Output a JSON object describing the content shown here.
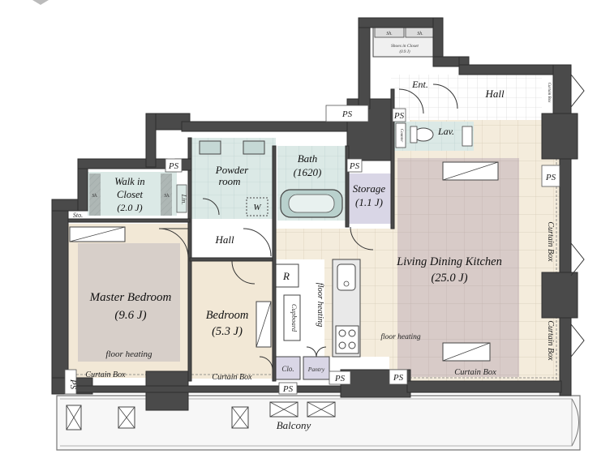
{
  "colors": {
    "wall": "#4a4a4a",
    "floor_tile": "#f4ecdc",
    "ldk_rug": "#d8cbc8",
    "master_rug": "#d7cfc9",
    "wood": "#f2e8d6",
    "wet_area": "#dbe9e6",
    "storage": "#d9d6e6",
    "balcony": "#f7f7f7"
  },
  "rooms": {
    "ldk": {
      "name": "Living Dining Kitchen",
      "size": "(25.0 J)"
    },
    "master": {
      "name": "Master Bedroom",
      "size": "(9.6 J)"
    },
    "bedroom": {
      "name": "Bedroom",
      "size": "(5.3 J)"
    },
    "storage": {
      "name": "Storage",
      "size": "(1.1 J)"
    },
    "walkin": {
      "name1": "Walk in",
      "name2": "Closet",
      "size": "(2.0 J)"
    },
    "powder": {
      "name1": "Powder",
      "name2": "room"
    },
    "bath": {
      "name": "Bath",
      "size": "(1620)"
    },
    "hall_main": "Hall",
    "hall_entry": "Hall",
    "ent": "Ent.",
    "lav": "Lav.",
    "shoes": {
      "name": "Shoes in Closet",
      "size": "(0.9 J)"
    },
    "sh_left": "Sh.",
    "sh_right": "Sh.",
    "sh_wic1": "Sh.",
    "sh_wic2": "Sh.",
    "lin": "Lin.",
    "sto": "Sto.",
    "w": "W",
    "r": "R",
    "cupboard": "Cupboard",
    "clo": "Clo.",
    "pantry": "Pantry",
    "counter": "Counter",
    "balcony": "Balcony"
  },
  "annotations": {
    "floor_heating_master": "floor heating",
    "floor_heating_ldk": "floor heating",
    "floor_heating_vertical": "floor heating",
    "curtain_master": "Curtain Box",
    "curtain_bedroom": "Curtain Box",
    "curtain_ldk": "Curtain Box",
    "curtain_right1": "Curtain Box",
    "curtain_right2": "Curtain Box",
    "curtain_hall": "Curtain Box",
    "ps": "PS"
  }
}
